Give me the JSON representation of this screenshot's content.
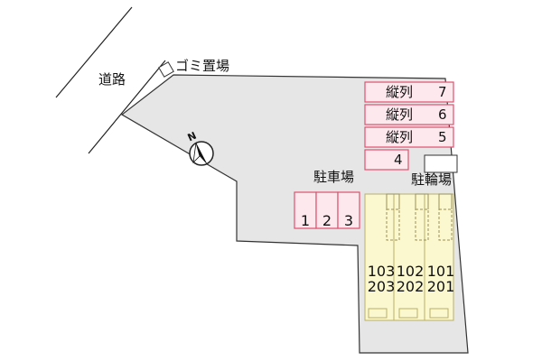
{
  "labels": {
    "road": "道路",
    "garbage": "ゴミ置場",
    "parking": "駐車場",
    "bicycle": "駐輪場",
    "north": "N"
  },
  "parking_vertical": [
    {
      "label": "縦列",
      "number": "7"
    },
    {
      "label": "縦列",
      "number": "6"
    },
    {
      "label": "縦列",
      "number": "5"
    }
  ],
  "parking_single": "4",
  "parking_lot": [
    "1",
    "2",
    "3"
  ],
  "units": [
    {
      "upper": "103",
      "lower": "203"
    },
    {
      "upper": "102",
      "lower": "202"
    },
    {
      "upper": "101",
      "lower": "201"
    }
  ],
  "colors": {
    "lot_fill": "#e6e6e6",
    "parking_fill": "#fde8ee",
    "parking_stroke": "#e0506e",
    "building_fill": "#fbf7cf",
    "building_stroke": "#b9b06a"
  }
}
